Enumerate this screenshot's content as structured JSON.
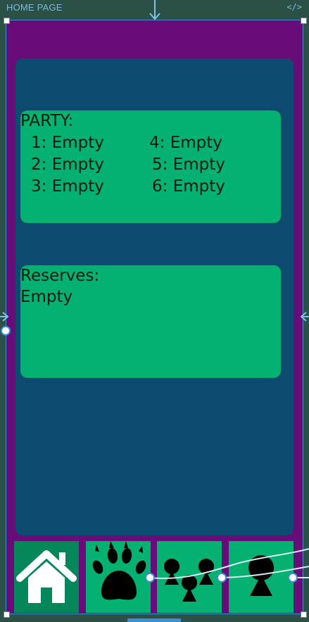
{
  "frame": {
    "label": "HOME PAGE",
    "code_symbol": "</>"
  },
  "party": {
    "title": "PARTY:",
    "slots": [
      {
        "number": "1:",
        "value": "Empty"
      },
      {
        "number": "2:",
        "value": "Empty"
      },
      {
        "number": "3:",
        "value": "Empty"
      },
      {
        "number": "4:",
        "value": "Empty"
      },
      {
        "number": "5:",
        "value": "Empty"
      },
      {
        "number": "6:",
        "value": "Empty"
      }
    ]
  },
  "reserves": {
    "title": "Reserves:",
    "value": "Empty"
  },
  "nav": {
    "tabs": [
      {
        "icon": "home-icon",
        "active": true
      },
      {
        "icon": "paw-icon",
        "active": false
      },
      {
        "icon": "group-icon",
        "active": false
      },
      {
        "icon": "person-icon",
        "active": false
      }
    ]
  },
  "colors": {
    "canvas": "#2b5046",
    "screen": "#680c79",
    "panel": "#0d4a70",
    "card": "#05b171",
    "active_tab": "#05875a",
    "selection": "#3d8fd0"
  }
}
